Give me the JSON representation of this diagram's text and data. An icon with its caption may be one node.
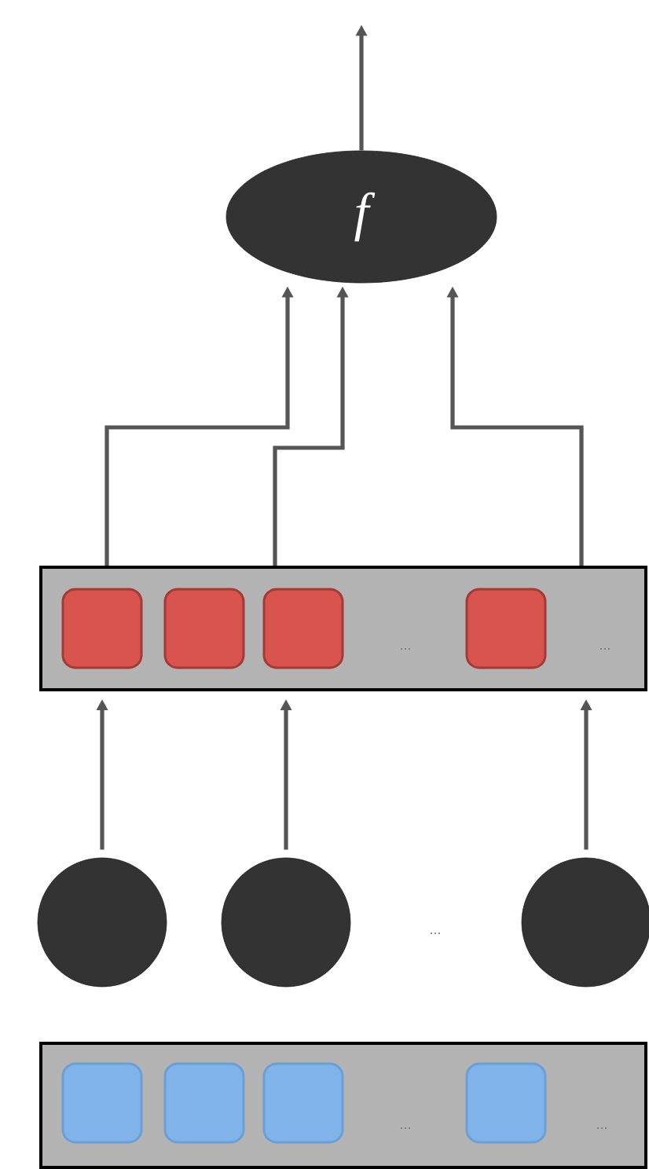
{
  "diagram": {
    "nodes": [
      {
        "text": [
          "f"
        ]
      },
      {
        "text": [],
        "shape": "bar"
      },
      {
        "text": [],
        "shape": "box",
        "in": 1
      },
      {
        "text": [],
        "shape": "box",
        "in": 1
      },
      {
        "text": [],
        "shape": "box",
        "in": 1
      },
      {
        "text": [],
        "shape": "box",
        "in": 1
      },
      {
        "text": [],
        "shape": "circle"
      },
      {
        "text": [],
        "shape": "circle"
      },
      {
        "text": [],
        "shape": "circle"
      },
      {
        "text": [],
        "shape": "bar"
      },
      {
        "text": [],
        "shape": "box",
        "in": 9
      },
      {
        "text": [],
        "shape": "box",
        "in": 9
      },
      {
        "text": [],
        "shape": "box",
        "in": 9
      },
      {
        "text": [],
        "shape": "box",
        "in": 9
      }
    ],
    "edges": [
      {
        "from": 0,
        "to": null,
        "arrow": "to"
      },
      {
        "from": 1,
        "to": 0,
        "arrow": "to"
      },
      {
        "from": 1,
        "to": 0,
        "arrow": "to"
      },
      {
        "from": 1,
        "to": 0,
        "arrow": "to"
      },
      {
        "from": 6,
        "to": 1,
        "arrow": "to"
      },
      {
        "from": 7,
        "to": 1,
        "arrow": "to"
      },
      {
        "from": 8,
        "to": 1,
        "arrow": "to"
      }
    ],
    "labels": [
      "...",
      "...",
      "...",
      "...",
      "..."
    ]
  }
}
